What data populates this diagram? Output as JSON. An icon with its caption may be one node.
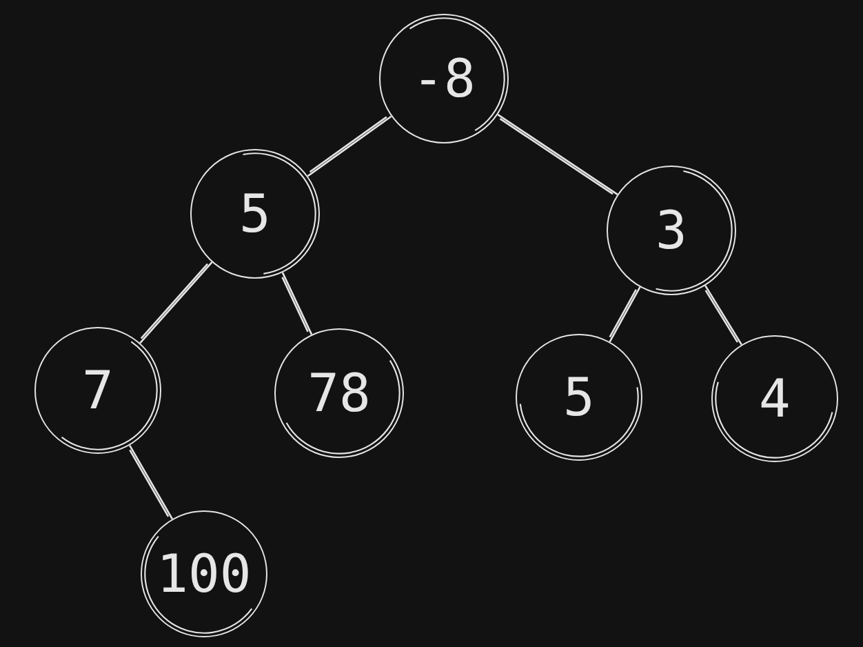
{
  "diagram": {
    "nodes": [
      {
        "text": [
          "-8"
        ]
      },
      {
        "text": [
          "5"
        ]
      },
      {
        "text": [
          "3"
        ]
      },
      {
        "text": [
          "7"
        ]
      },
      {
        "text": [
          "78"
        ]
      },
      {
        "text": [
          "5"
        ]
      },
      {
        "text": [
          "4"
        ]
      },
      {
        "text": [
          "100"
        ]
      }
    ],
    "edges": [
      {
        "from": 0,
        "to": 1,
        "arrow": "none"
      },
      {
        "from": 0,
        "to": 2,
        "arrow": "none"
      },
      {
        "from": 1,
        "to": 3,
        "arrow": "none"
      },
      {
        "from": 1,
        "to": 4,
        "arrow": "none"
      },
      {
        "from": 2,
        "to": 5,
        "arrow": "none"
      },
      {
        "from": 2,
        "to": 6,
        "arrow": "none"
      },
      {
        "from": 3,
        "to": 7,
        "arrow": "none"
      }
    ]
  }
}
